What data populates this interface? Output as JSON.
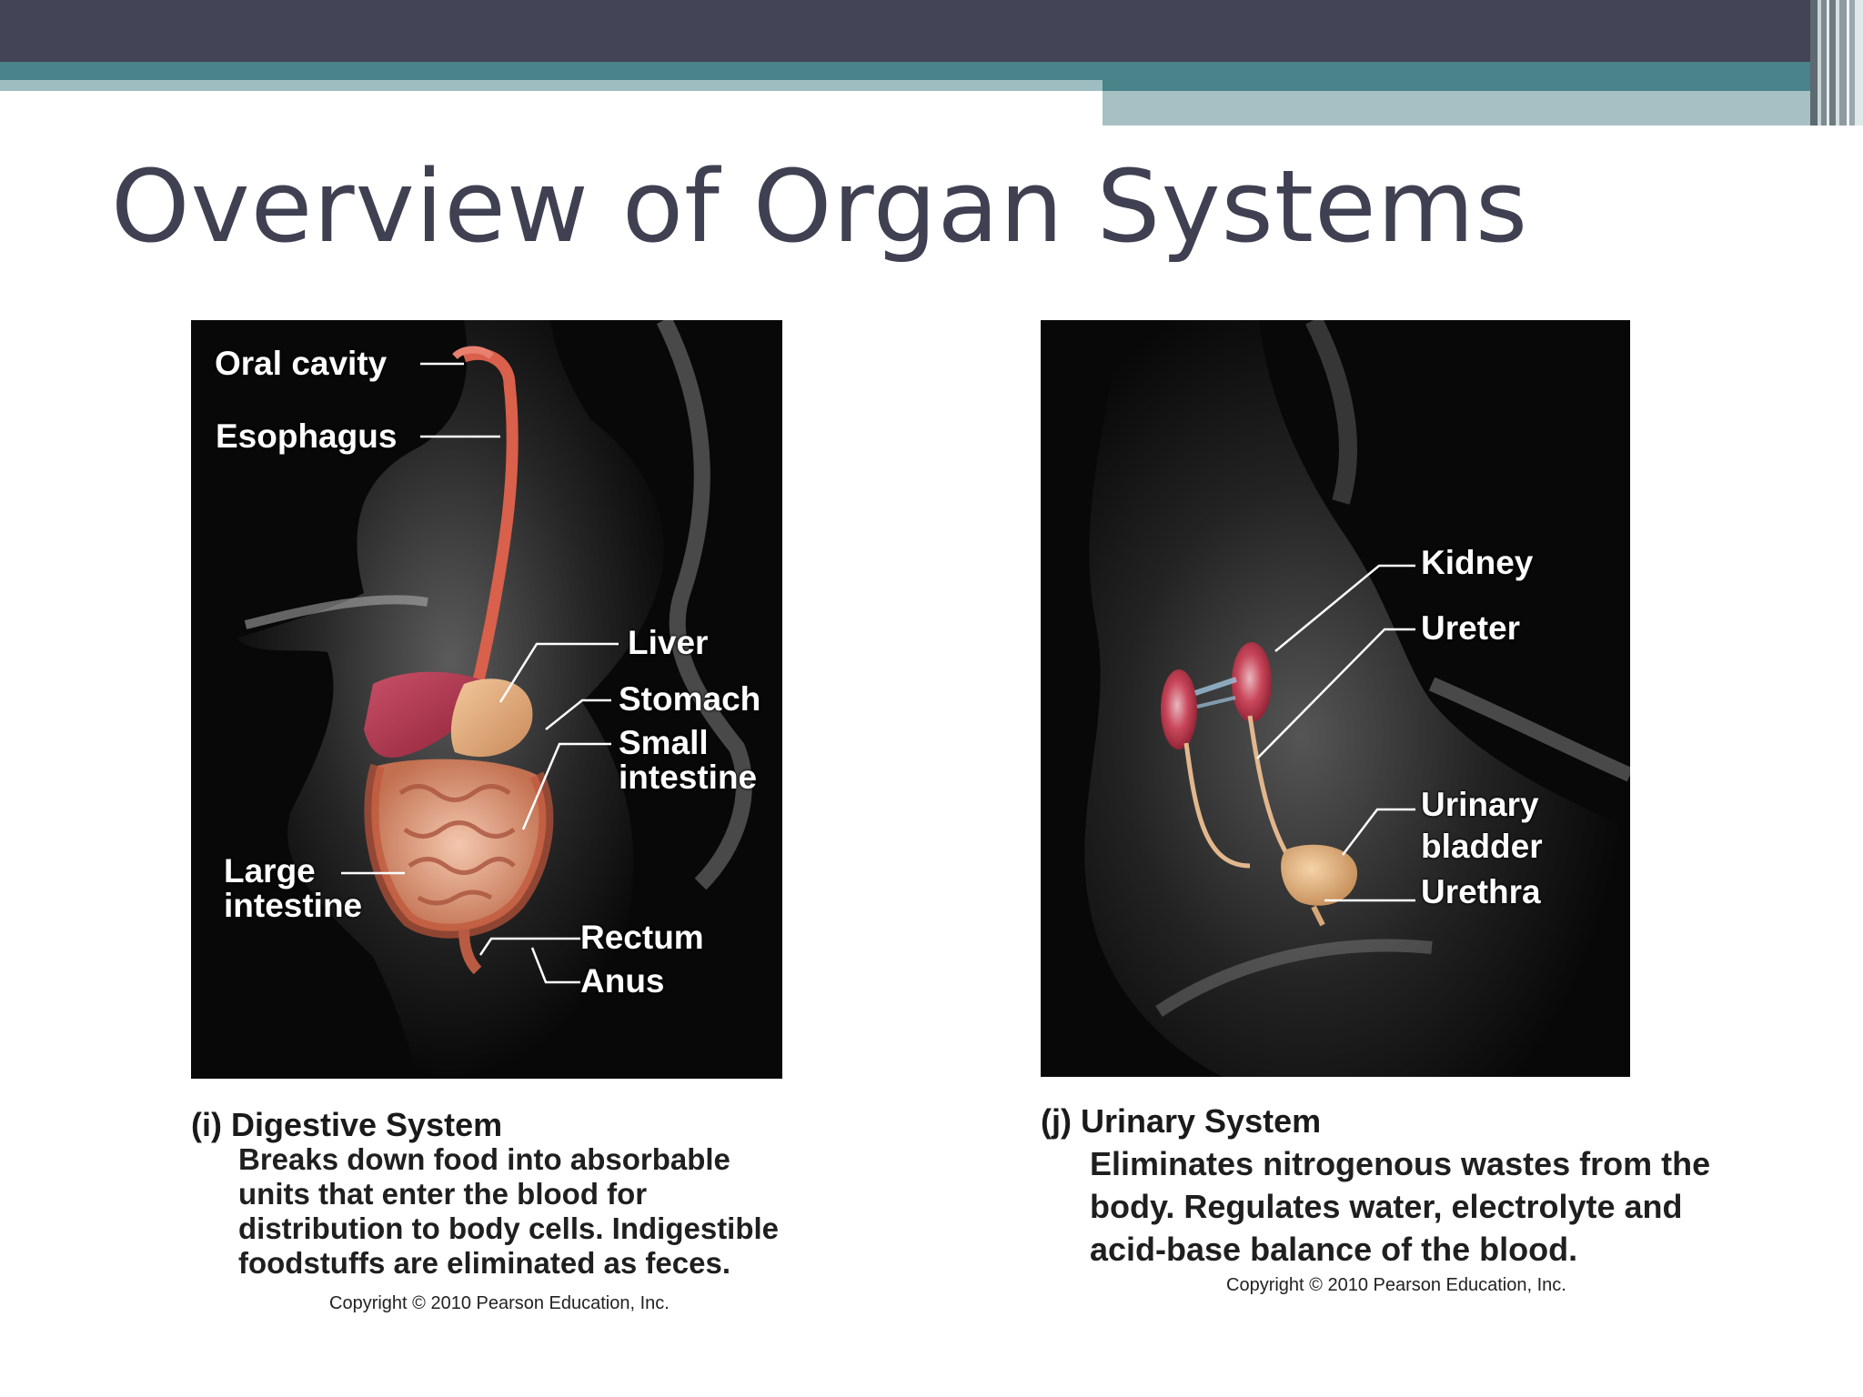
{
  "slide": {
    "title": "Overview of Organ Systems"
  },
  "digestive": {
    "labels": {
      "oral_cavity": "Oral cavity",
      "esophagus": "Esophagus",
      "liver": "Liver",
      "stomach": "Stomach",
      "small_intestine_1": "Small",
      "small_intestine_2": "intestine",
      "large_intestine_1": "Large",
      "large_intestine_2": "intestine",
      "rectum": "Rectum",
      "anus": "Anus"
    },
    "caption_title": "(i) Digestive System",
    "caption_body": "Breaks down food into absorbable\nunits that enter the blood for\ndistribution to body cells. Indigestible\nfoodstuffs are eliminated as feces.",
    "copyright": "Copyright © 2010 Pearson Education, Inc."
  },
  "urinary": {
    "labels": {
      "kidney": "Kidney",
      "ureter": "Ureter",
      "urinary_bladder_1": "Urinary",
      "urinary_bladder_2": "bladder",
      "urethra": "Urethra"
    },
    "caption_title": "(j) Urinary System",
    "caption_body": "Eliminates nitrogenous wastes from the\nbody. Regulates water, electrolyte and\nacid-base balance of the blood.",
    "copyright": "Copyright © 2010 Pearson Education, Inc."
  },
  "colors": {
    "header_dark": "#434456",
    "header_teal": "#4a8389",
    "header_light": "#a7c0c3",
    "title_text": "#3f4152",
    "figure_bg": "#080808"
  }
}
